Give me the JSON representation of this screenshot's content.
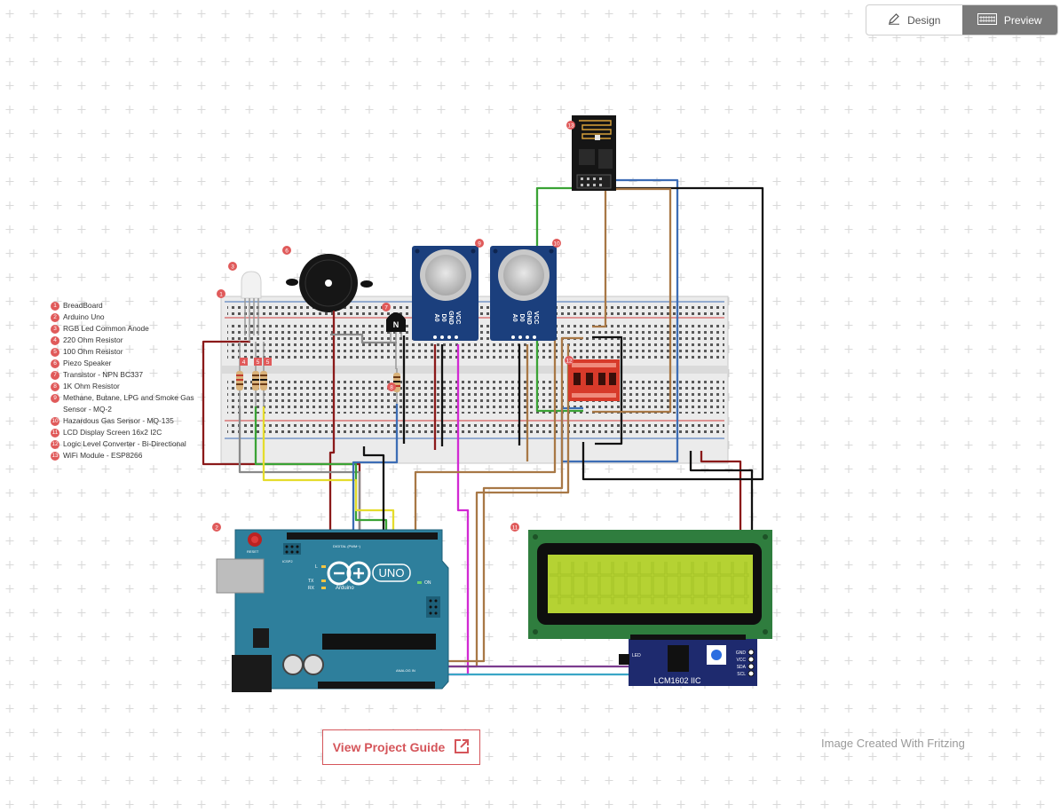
{
  "header": {
    "design_label": "Design",
    "preview_label": "Preview",
    "design_icon": "pencil-icon",
    "preview_icon": "grid-preview-icon"
  },
  "legend": {
    "items": [
      {
        "num": "1",
        "label": "BreadBoard"
      },
      {
        "num": "2",
        "label": "Arduino Uno"
      },
      {
        "num": "3",
        "label": "RGB Led Common Anode"
      },
      {
        "num": "4",
        "label": "220 Ohm Resistor"
      },
      {
        "num": "5",
        "label": "100 Ohm Resistor"
      },
      {
        "num": "6",
        "label": "Piezo Speaker"
      },
      {
        "num": "7",
        "label": "Transistor - NPN BC337"
      },
      {
        "num": "8",
        "label": "1K Ohm Resistor"
      },
      {
        "num": "9",
        "label": "Methane, Butane, LPG and Smoke Gas Sensor - MQ-2"
      },
      {
        "num": "10",
        "label": "Hazardous Gas Sensor - MQ-135"
      },
      {
        "num": "11",
        "label": "LCD Display Screen 16x2 I2C"
      },
      {
        "num": "12",
        "label": "Logic Level Converter - Bi-Directional"
      },
      {
        "num": "13",
        "label": "WiFi Module - ESP8266"
      }
    ]
  },
  "diagram": {
    "badges": {
      "breadboard": "1",
      "arduino": "2",
      "rgb_led": "3",
      "r220": "4",
      "r100a": "5",
      "r100b": "5",
      "piezo": "6",
      "transistor": "7",
      "r1k": "8",
      "mq2": "9",
      "mq135": "10",
      "lcd": "11",
      "llc": "12",
      "esp": "13"
    },
    "arduino": {
      "uno_text": "UNO",
      "brand_text": "Arduino",
      "reset_text": "RESET",
      "icsp_text": "ICSP2",
      "tx_text": "TX",
      "rx_text": "RX",
      "l_text": "L",
      "on_text": "ON",
      "digital_text": "DIGITAL (PWM~)",
      "analog_text": "ANALOG IN"
    },
    "sensor_pins": [
      "A0",
      "D0",
      "GND",
      "VCC"
    ],
    "transistor_text": "N",
    "lcd": {
      "module_text": "LCM1602 IIC",
      "pins": [
        "GND",
        "VCC",
        "SDA",
        "SCL"
      ],
      "led_text": "LED"
    },
    "colors": {
      "wire_red": "#8b1a1a",
      "wire_black": "#111111",
      "wire_green": "#3aa335",
      "wire_yellow": "#e5dc2c",
      "wire_brown": "#a87846",
      "wire_blue": "#3d6db5",
      "wire_magenta": "#d22ad3",
      "wire_grey": "#8a8a8a",
      "wire_purple": "#7c3c8f",
      "wire_cyan": "#3aa6c6",
      "arduino_blue": "#2e7f9c",
      "sensor_blue": "#1b3f7d",
      "lcd_green": "#b5d233",
      "lcd_pcb": "#2f7d3e",
      "llc_red": "#d73a2a",
      "accent": "#d5555a"
    }
  },
  "guide_button": {
    "label": "View Project Guide",
    "icon": "external-link-icon"
  },
  "credit": "Image Created With Fritzing"
}
